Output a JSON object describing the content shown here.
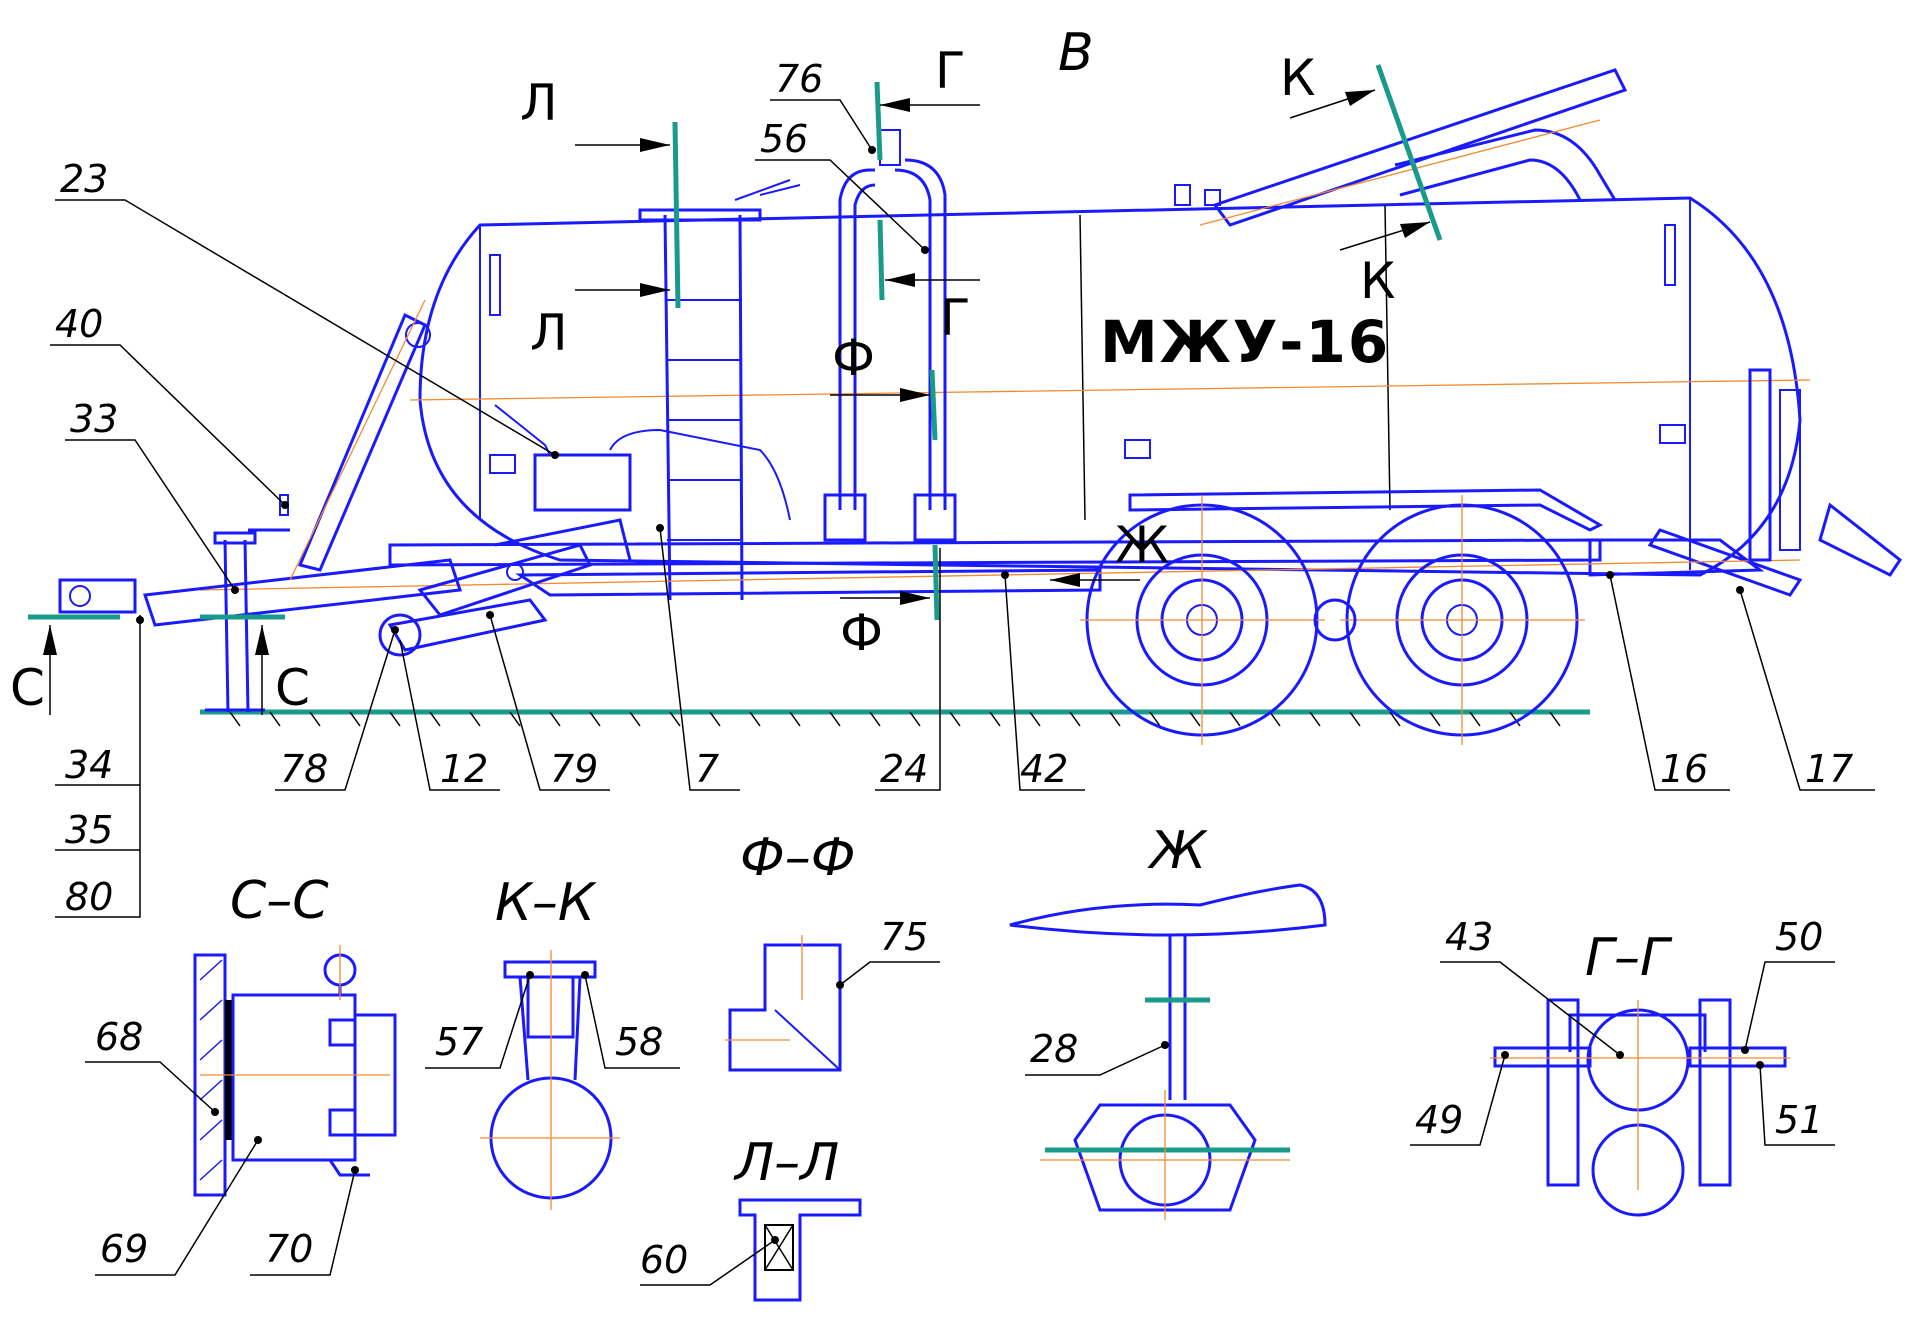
{
  "drawing": {
    "main_label": "МЖУ-16",
    "view_label": "B",
    "section_letters": {
      "L": "Л",
      "G": "Г",
      "K": "К",
      "F": "Ф",
      "Zh": "Ж",
      "C": "С"
    },
    "section_titles": [
      "С–С",
      "К–К",
      "Ф–Ф",
      "Ж",
      "Л–Л",
      "Г–Г"
    ],
    "callouts_top": [
      "23",
      "40",
      "33",
      "76",
      "56"
    ],
    "callouts_bottom": [
      "34",
      "35",
      "80",
      "78",
      "12",
      "79",
      "7",
      "24",
      "42",
      "16",
      "17"
    ],
    "callouts_sections": [
      "68",
      "69",
      "70",
      "57",
      "58",
      "75",
      "28",
      "60",
      "43",
      "49",
      "50",
      "51"
    ]
  }
}
